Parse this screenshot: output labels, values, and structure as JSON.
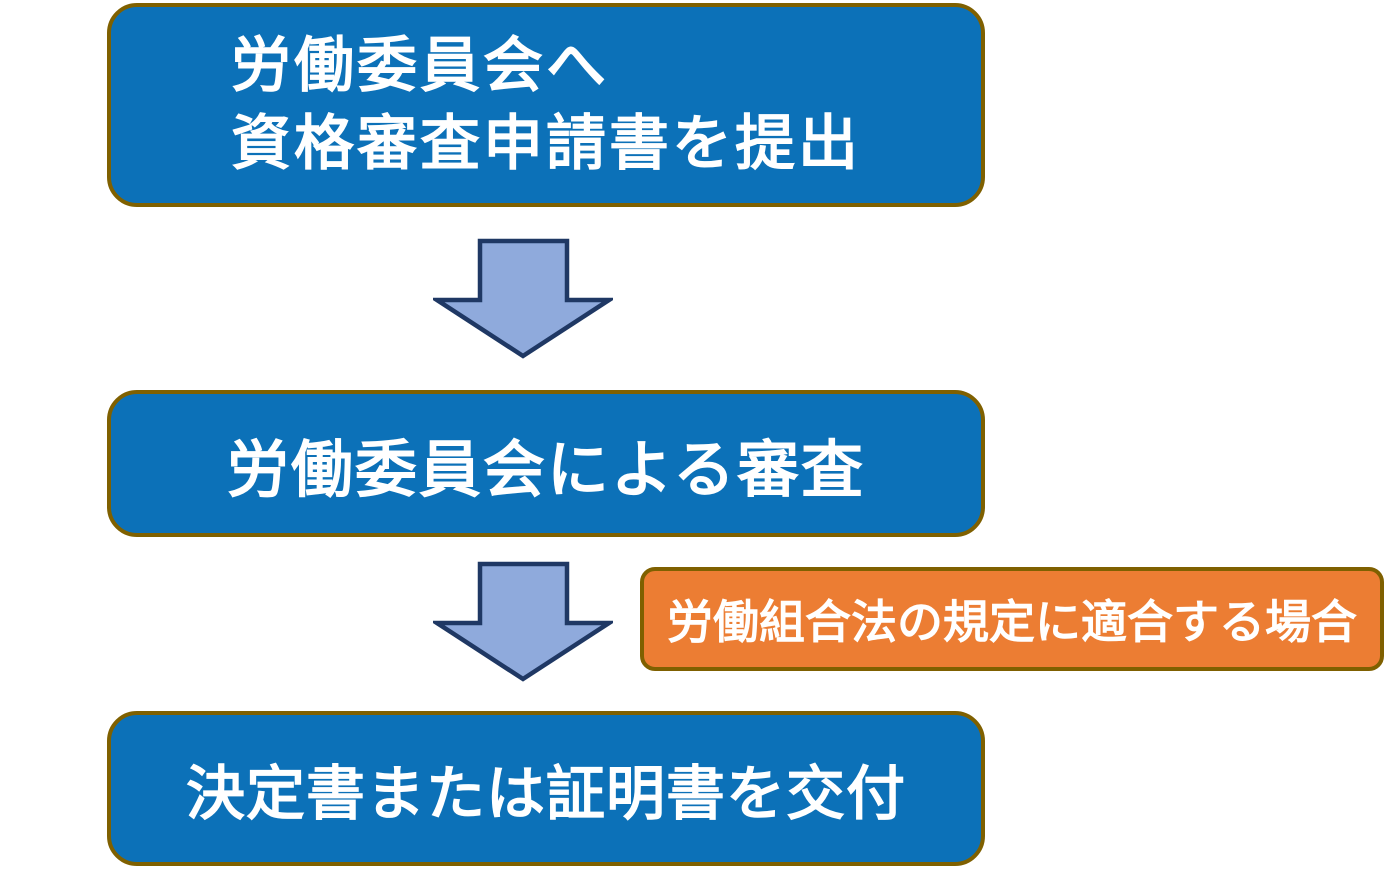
{
  "diagram_title": "labor-union-qualification-examination-flow",
  "steps": [
    {
      "lines": [
        "労働委員会へ",
        "資格審査申請書を提出"
      ]
    },
    {
      "label": "労働委員会による審査"
    },
    {
      "label": "決定書または証明書を交付"
    }
  ],
  "condition": {
    "label": "労働組合法の規定に適合する場合"
  },
  "colors": {
    "step_fill": "#0C71B8",
    "step_border": "#7F6000",
    "condition_fill": "#EC7D33",
    "condition_border": "#7F6000",
    "arrow_fill": "#8FAADC",
    "arrow_border": "#1F3864",
    "text_color": "#FFFFFF"
  }
}
